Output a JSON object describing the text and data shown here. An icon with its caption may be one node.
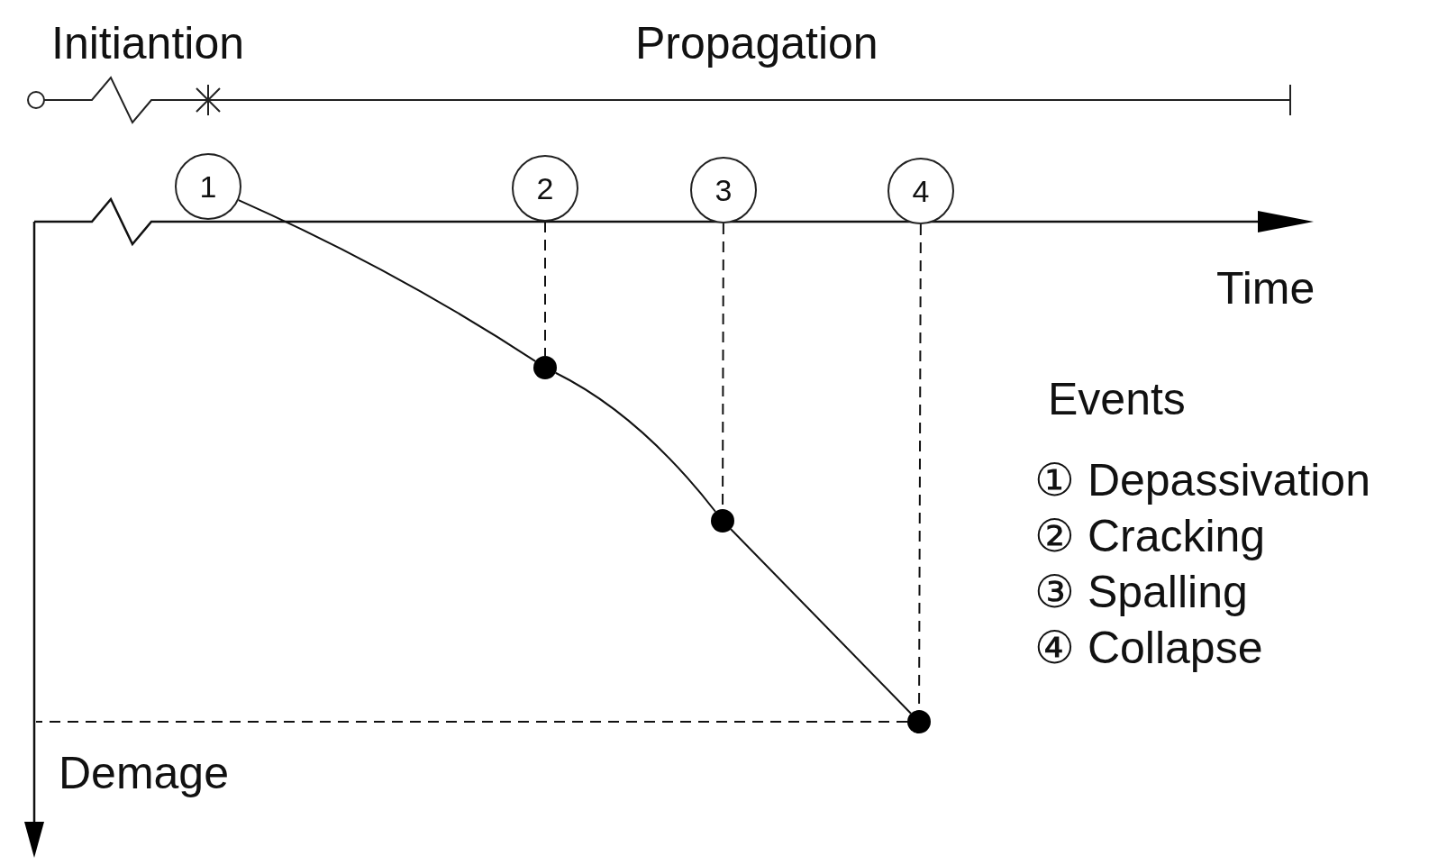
{
  "diagram": {
    "nodes": [
      {
        "text": [
          "1"
        ]
      },
      {
        "text": [
          "2"
        ]
      },
      {
        "text": [
          "3"
        ]
      },
      {
        "text": [
          "4"
        ]
      },
      {
        "text": [],
        "shape": "circle"
      },
      {
        "text": [],
        "shape": "circle"
      },
      {
        "text": [],
        "shape": "circle"
      },
      {
        "text": [],
        "shape": "arrow"
      }
    ],
    "edges": [
      {
        "from": 0,
        "to": 4,
        "arrow": "none"
      },
      {
        "from": 4,
        "to": 5,
        "arrow": "none"
      },
      {
        "from": 5,
        "to": 6,
        "arrow": "none"
      },
      {
        "from": 1,
        "to": 4,
        "arrow": "none",
        "style": "dashed"
      },
      {
        "from": 2,
        "to": 5,
        "arrow": "none",
        "style": "dashed"
      },
      {
        "from": 3,
        "to": 6,
        "arrow": "none",
        "style": "dashed"
      },
      {
        "from": 6,
        "to": 7,
        "arrow": "none",
        "style": "dashed"
      }
    ],
    "labels": [
      "Initiantion",
      "Propagation",
      "Time",
      "Events",
      "Demage"
    ],
    "legend": [
      {
        "text": "① Depassivation"
      },
      {
        "text": "② Cracking"
      },
      {
        "text": "③ Spalling"
      },
      {
        "text": "④ Collapse"
      }
    ]
  }
}
